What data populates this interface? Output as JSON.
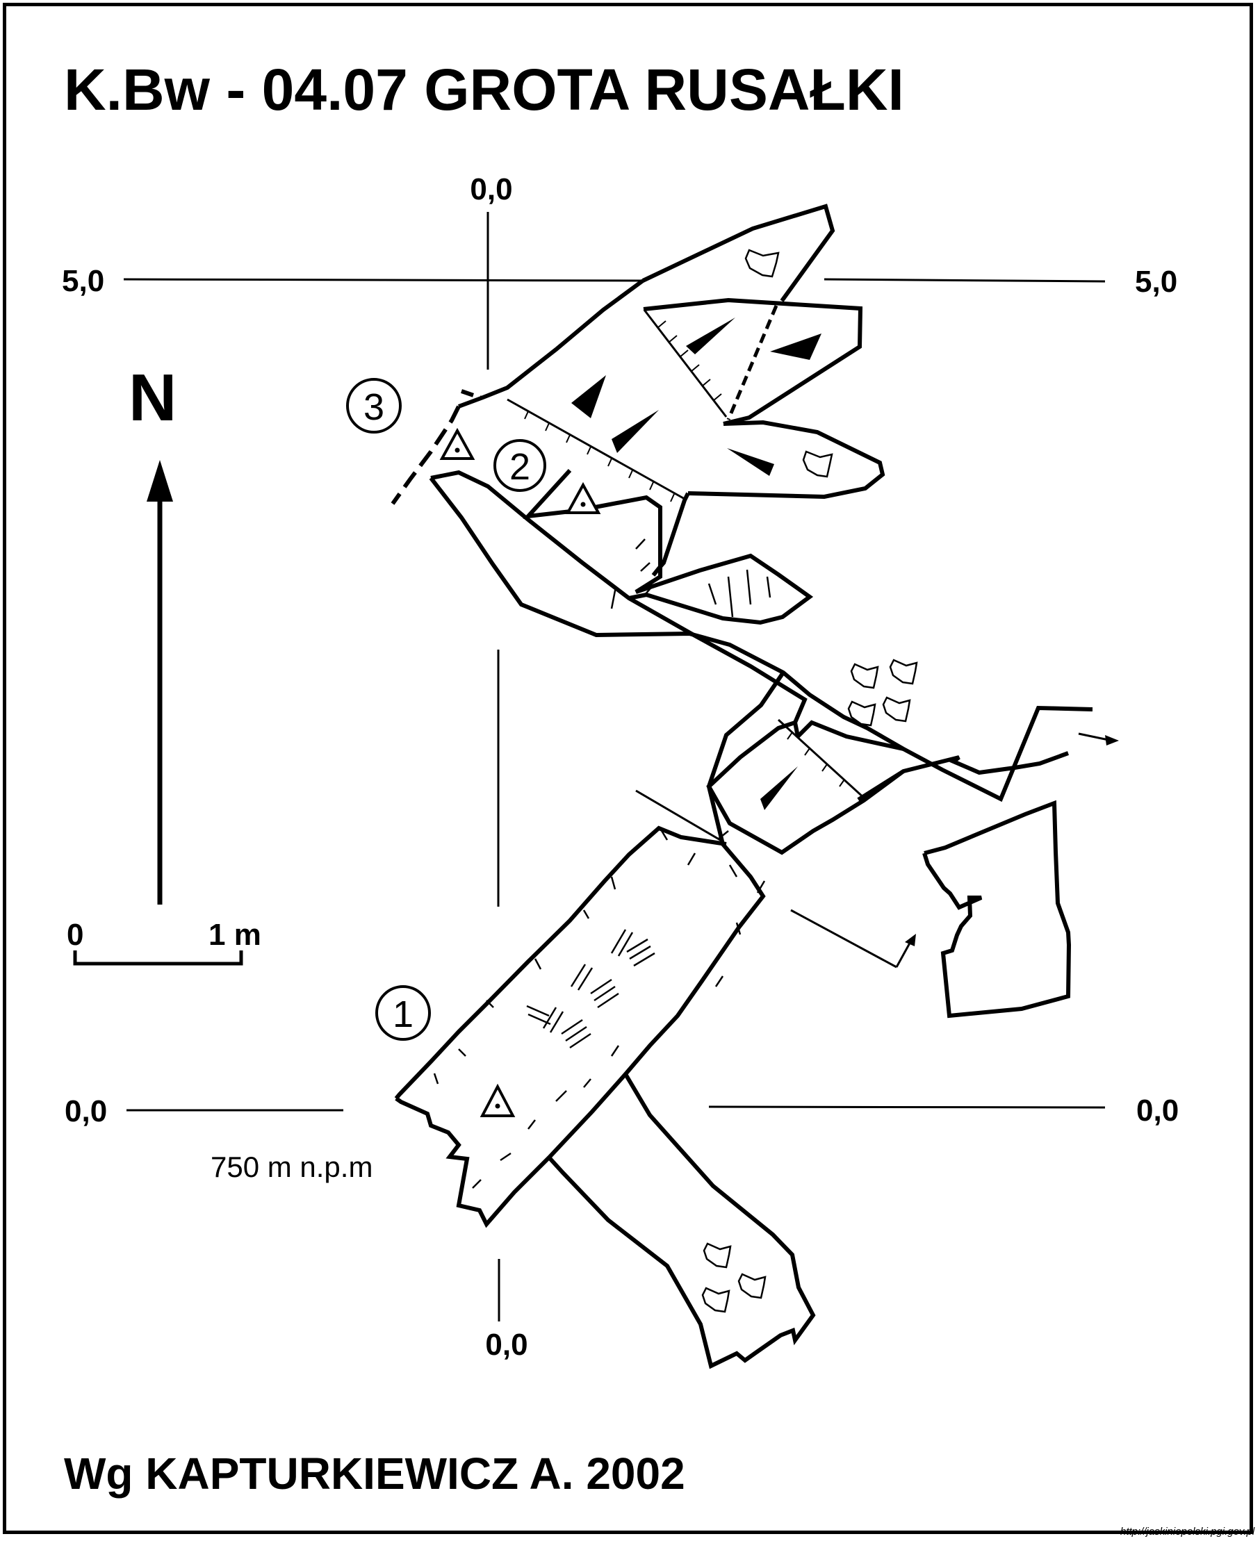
{
  "title": "K.Bw - 04.07 GROTA RUSAŁKI",
  "credit": "Wg KAPTURKIEWICZ A. 2002",
  "north_label": "N",
  "scale_bar": {
    "left": "0",
    "right": "1 m"
  },
  "grid_labels": {
    "top": "0,0",
    "bottom": "0,0",
    "left_upper": "5,0",
    "right_upper": "5,0",
    "left_lower": "0,0",
    "right_lower": "0,0"
  },
  "elevation": "750 m n.p.m",
  "stations": [
    "1",
    "2",
    "3"
  ],
  "source_url": "http://jaskiniepolski.pgi.gov.pl",
  "colors": {
    "ink": "#000000",
    "paper": "#ffffff"
  },
  "symbols": [
    "entrance-triangle-icon",
    "slope-arrow-icon",
    "rock-block-icon",
    "sediment-hatch-icon"
  ]
}
